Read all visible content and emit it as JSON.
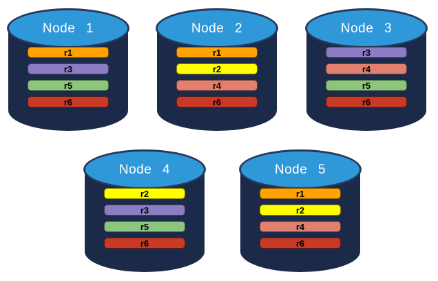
{
  "palette": {
    "background": "#ffffff",
    "cylinder_body": "#1c2a4a",
    "cylinder_top_fill": "#2f98d8",
    "cylinder_top_border": "#26395e",
    "node_label_color": "#ffffff",
    "replica_label_color": "#000000",
    "replica_border": "rgba(0,0,0,0.5)"
  },
  "replica_colors": {
    "r1": "#ffa203",
    "r2": "#ffff00",
    "r3": "#8c7cc4",
    "r4": "#e2806f",
    "r5": "#8cc57d",
    "r6": "#c93a26"
  },
  "nodes": [
    {
      "label": "Node 1",
      "replicas": [
        "r1",
        "r3",
        "r5",
        "r6"
      ]
    },
    {
      "label": "Node 2",
      "replicas": [
        "r1",
        "r2",
        "r4",
        "r6"
      ]
    },
    {
      "label": "Node 3",
      "replicas": [
        "r3",
        "r4",
        "r5",
        "r6"
      ]
    },
    {
      "label": "Node 4",
      "replicas": [
        "r2",
        "r3",
        "r5",
        "r6"
      ]
    },
    {
      "label": "Node 5",
      "replicas": [
        "r1",
        "r2",
        "r4",
        "r6"
      ]
    }
  ]
}
